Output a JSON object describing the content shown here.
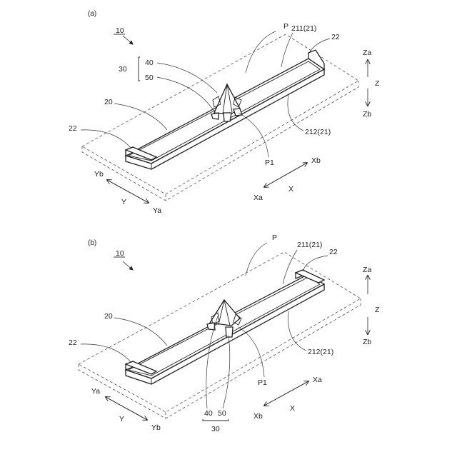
{
  "panels": [
    {
      "id": "a",
      "panel_label": "(a)",
      "assembly_label": "10",
      "plane_label": "P",
      "rail_label": "20",
      "rail_top_label": "211(21)",
      "rail_side_label": "212(21)",
      "stopper_label_left": "22",
      "stopper_label_right": "22",
      "unit_label": "30",
      "head_label": "40",
      "base_label": "50",
      "point_label": "P1",
      "axis_x": "X",
      "axis_x_plus": "Xb",
      "axis_x_minus": "Xa",
      "axis_y": "Y",
      "axis_y_plus": "Yb",
      "axis_y_minus": "Ya",
      "axis_z": "Z",
      "axis_z_plus": "Za",
      "axis_z_minus": "Zb"
    },
    {
      "id": "b",
      "panel_label": "(b)",
      "assembly_label": "10",
      "plane_label": "P",
      "rail_label": "20",
      "rail_top_label": "211(21)",
      "rail_side_label": "212(21)",
      "stopper_label_left": "22",
      "stopper_label_right": "22",
      "unit_label": "30",
      "head_label": "40",
      "base_label": "50",
      "point_label": "P1",
      "axis_x": "X",
      "axis_x_plus": "Xa",
      "axis_x_minus": "Xb",
      "axis_y": "Y",
      "axis_y_plus": "Ya",
      "axis_y_minus": "Yb",
      "axis_z": "Z",
      "axis_z_plus": "Za",
      "axis_z_minus": "Zb"
    }
  ]
}
